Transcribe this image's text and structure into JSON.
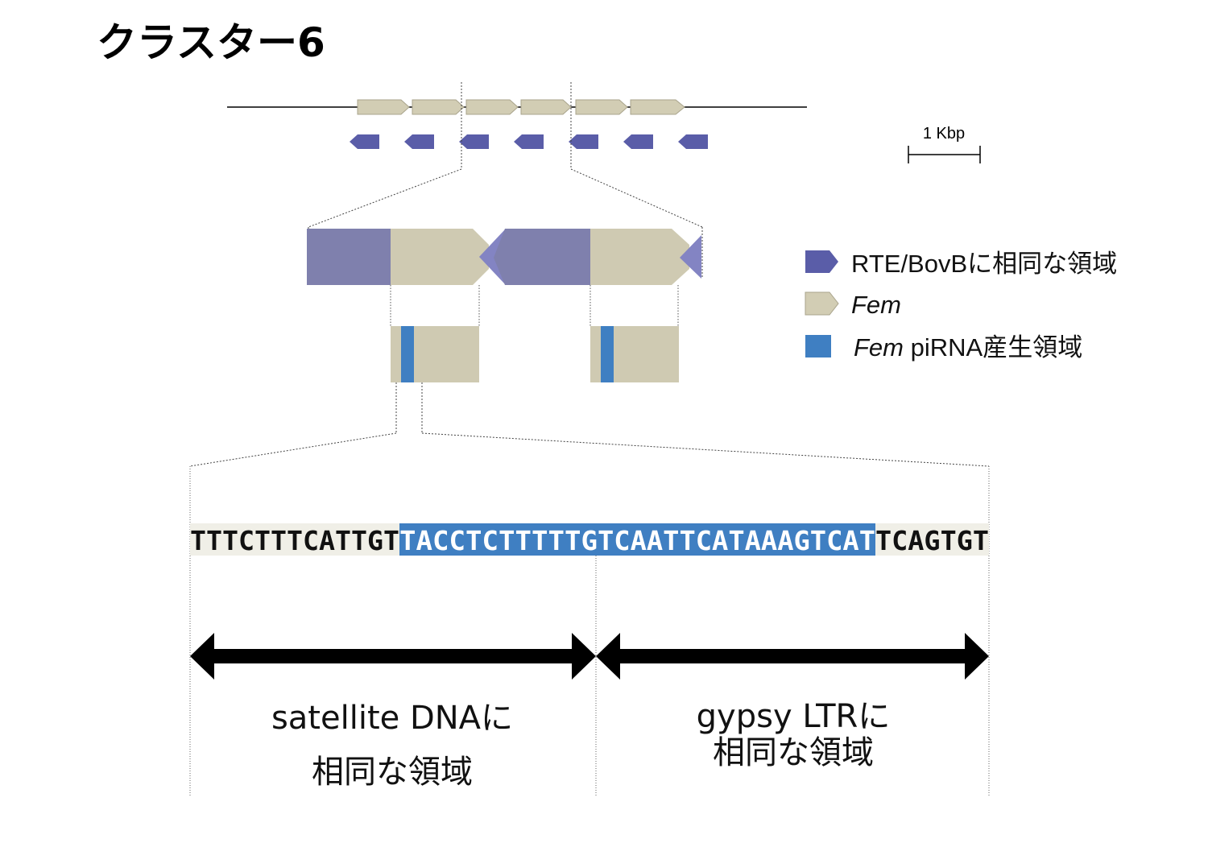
{
  "title": "クラスター6",
  "scale_bar": {
    "label": "1 Kbp"
  },
  "legend": {
    "items": [
      {
        "key": "rte",
        "label": "RTE/BovBに相同な領域",
        "color": "#5a5da8"
      },
      {
        "key": "fem",
        "label_italic": "Fem",
        "label": "",
        "color": "#d2cdb4"
      },
      {
        "key": "pirna",
        "label_italic": "Fem",
        "label": " piRNA産生領域",
        "color": "#3f7fc2"
      }
    ]
  },
  "sequence": {
    "left": "TTTCTTTCATTGT",
    "highlight_a": "TACCTCTTTTTG",
    "highlight_b": "TCAATTCATAAAGTCAT",
    "right": "TCAGTGT",
    "plain_color": "#f0efe7",
    "highlight_color": "#3f7fc2"
  },
  "regions": {
    "left_line1": "satellite DNAに",
    "left_line2": "相同な領域",
    "right_line1": "gypsy LTRに",
    "right_line2": "相同な領域"
  }
}
